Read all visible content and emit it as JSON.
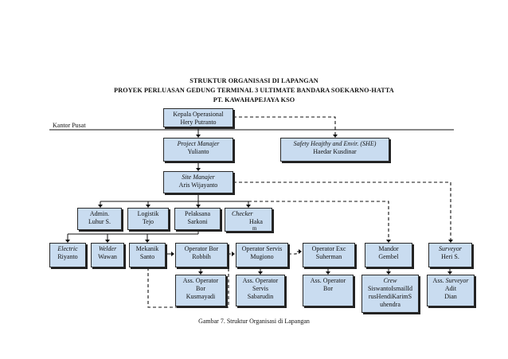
{
  "titles": {
    "line1": "STRUKTUR ORGANISASI DI LAPANGAN",
    "line2": "PROYEK PERLUASAN GEDUNG TERMINAL 3 ULTIMATE BANDARA SOEKARNO-HATTA",
    "line3": "PT. KAWAHAPEJAYA KSO"
  },
  "kantor_pusat": "Kantor Pusat",
  "caption": "Gambar 7. Struktur Organisasi di Lapangan",
  "nodes": {
    "kepala": {
      "role": "Kepala Operasional",
      "name": "Hery Putranto"
    },
    "pm": {
      "role": "Project Manajer",
      "name": "Yulianto"
    },
    "she": {
      "role": "Safety Heajthy and Envir. (SHE)",
      "name": "Haedar Kusdinar"
    },
    "sm": {
      "role": "Site Manajer",
      "name": "Aris Wijayanto"
    },
    "admin": {
      "role": "Admin.",
      "name": "Luhur S."
    },
    "logistik": {
      "role": "Logistik",
      "name": "Tejo"
    },
    "pelaksana": {
      "role": "Pelaksana",
      "name": "Sarkoni"
    },
    "checker": {
      "role": "Checker",
      "name": "Haka",
      "extra": "m"
    },
    "electric": {
      "role": "Electric",
      "name": "Riyanto"
    },
    "welder": {
      "role": "Welder",
      "name": "Wawan"
    },
    "mekanik": {
      "role": "Mekanik",
      "name": "Santo"
    },
    "opbor": {
      "role": "Operator Bor",
      "name": "Robbih"
    },
    "opservis": {
      "role": "Operator Servis",
      "name": "Mugiono"
    },
    "opexc": {
      "role": "Operator Exc",
      "name": "Suherman"
    },
    "mandor": {
      "role": "Mandor",
      "name": "Gembel"
    },
    "surveyor": {
      "role": "Surveyor",
      "name": "Heri S."
    },
    "assbor": {
      "l1": "Ass. Operator",
      "l2": "Bor",
      "l3": "Kusmayadi"
    },
    "assservis": {
      "l1": "Ass. Operator",
      "l2": "Servis",
      "l3": "Sabarudin"
    },
    "assexc": {
      "l1": "Ass. Operator",
      "l2": "Bor"
    },
    "crew": {
      "l1": "Crew",
      "l2": "SiswantoIsmailId",
      "l3": "rusHendiKarimS",
      "l4": "uhendra"
    },
    "asssurveyor": {
      "l1": "Ass.",
      "l1b": "Surveyor",
      "l2": "Adit",
      "l3": "Dian"
    }
  }
}
